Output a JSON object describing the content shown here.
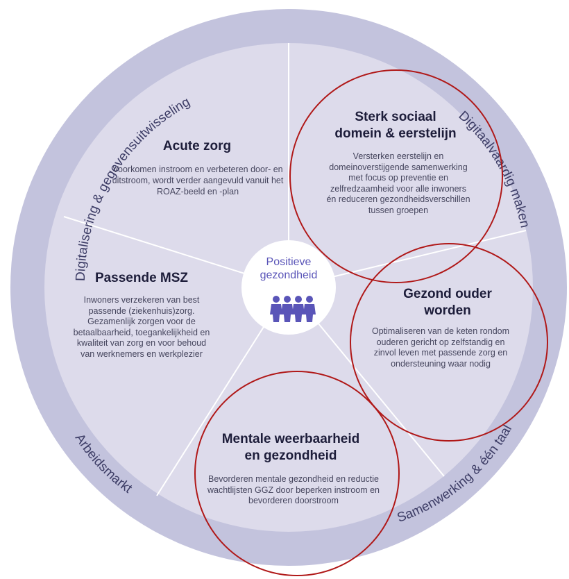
{
  "center": {
    "label_line1": "Positieve",
    "label_line2": "gezondheid",
    "icon": "people-group-icon"
  },
  "segments": [
    {
      "key": "acute",
      "title": "Acute zorg",
      "desc": "Voorkomen instroom en verbeteren door- en uitstroom,  wordt verder aangevuld vanuit het ROAZ-beeld en -plan"
    },
    {
      "key": "sociaal",
      "title_line1": "Sterk sociaal",
      "title_line2": "domein & eerstelijn",
      "desc": "Versterken eerstelijn en domeinoverstijgende samenwerking met focus op preventie en zelfredzaamheid voor alle inwoners én reduceren gezondheidsverschillen tussen groepen"
    },
    {
      "key": "ouder",
      "title_line1": "Gezond ouder",
      "title_line2": "worden",
      "desc": "Optimaliseren van de keten rondom ouderen gericht op zelfstandig en zinvol leven met passende zorg en ondersteuning waar nodig"
    },
    {
      "key": "mentaal",
      "title_line1": "Mentale weerbaarheid",
      "title_line2": "en gezondheid",
      "desc": "Bevorderen mentale gezondheid en reductie wachtlijsten GGZ door beperken instroom en bevorderen doorstroom"
    },
    {
      "key": "msz",
      "title": "Passende MSZ",
      "desc": "Inwoners verzekeren van best passende (ziekenhuis)zorg. Gezamenlijk zorgen voor de betaalbaarheid, toegankelijkheid en kwaliteit van zorg en voor behoud van werknemers en werkplezier"
    }
  ],
  "ring_labels": {
    "digitalisering": "Digitalisering & gegevensuitwisseling",
    "digitaalvaardig": "Digitaalvaardig maken",
    "samenwerking": "Samenwerking & één taal",
    "arbeidsmarkt": "Arbeidsmarkt"
  },
  "colors": {
    "ring": "#c3c3dd",
    "inner": "#dddbeb",
    "divider": "#ffffff",
    "center_fill": "#ffffff",
    "accent": "#5a55b8",
    "highlight_circle": "#b01818",
    "title": "#1d1d3a",
    "text": "#46465e"
  }
}
